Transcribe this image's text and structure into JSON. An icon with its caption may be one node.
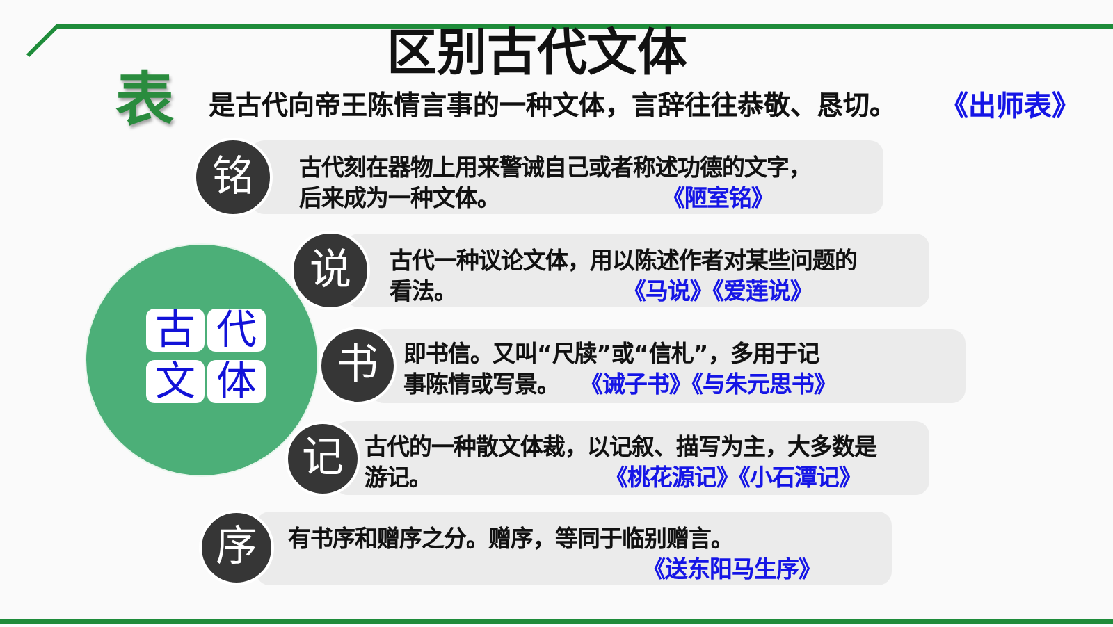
{
  "diagram": {
    "title": "区别古代文体",
    "nodes": [
      {
        "text": [
          "古",
          "代",
          "文",
          "体"
        ]
      },
      {
        "text": [
          "铭"
        ]
      },
      {
        "text": [
          "古代刻在器物上用来警诫自己或者称述功德的文字，后来成为一种文体。",
          "《陋室铭》"
        ]
      },
      {
        "text": [
          "说"
        ]
      },
      {
        "text": [
          "古代一种议论文体，用以陈述作者对某些问题的看法。",
          "《马说》《爱莲说》"
        ]
      },
      {
        "text": [
          "书"
        ]
      },
      {
        "text": [
          "即书信。又叫“尺牍”或“信札”，多用于记事陈情或写景。",
          "《诫子书》《与朱元思书》"
        ]
      },
      {
        "text": [
          "记"
        ]
      },
      {
        "text": [
          "古代的一种散文体裁，以记叙、描写为主，大多数是游记。",
          "《桃花源记》《小石潭记》"
        ]
      },
      {
        "text": [
          "序"
        ]
      },
      {
        "text": [
          "有书序和赠序之分。赠序，等同于临别赠言。",
          "《送东阳马生序》"
        ]
      }
    ],
    "labels": [
      "表",
      "是古代向帝王陈情言事的一种文体，言辞往往恭敬、恳切。",
      "《出师表》"
    ]
  }
}
